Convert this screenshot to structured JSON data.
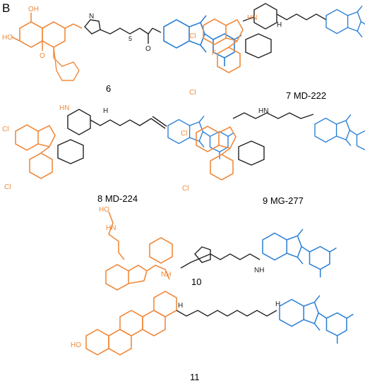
{
  "panel_letter": "B",
  "compounds": [
    {
      "id": "6",
      "label": "6"
    },
    {
      "id": "7",
      "label": "7 MD-222"
    },
    {
      "id": "8",
      "label": "8 MD-224"
    },
    {
      "id": "9",
      "label": "9 MG-277"
    },
    {
      "id": "10",
      "label": "10"
    },
    {
      "id": "11",
      "label": "11"
    }
  ],
  "atom_labels": {
    "OH": "OH",
    "HO": "HO",
    "O": "O",
    "N": "N",
    "NH": "NH",
    "HN": "HN",
    "H": "H",
    "HN_O": "HN",
    "F": "F",
    "Cl": "Cl",
    "n5": "5"
  },
  "colors": {
    "ligand": "#f08a3c",
    "degron": "#2a7fd4",
    "linker": "#222222"
  }
}
